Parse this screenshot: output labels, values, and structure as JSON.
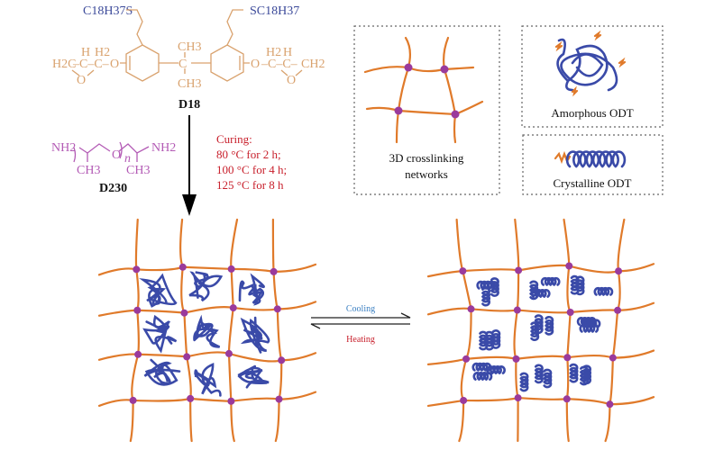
{
  "monomer": {
    "left_thio": "C18H37S",
    "right_thio": "SC18H37",
    "methyl_top": "CH3",
    "methyl_bottom": "CH3",
    "left_epoxide": "H2C",
    "right_epoxide": "CH2",
    "epoxide_o": "O",
    "ether_o": "O",
    "ch": "H",
    "ch2": "H2",
    "name": "D18"
  },
  "hardener": {
    "nh2_left": "NH2",
    "nh2_right": "NH2",
    "o": "O",
    "n": "n",
    "ch3": "CH3",
    "name": "D230"
  },
  "curing": {
    "title": "Curing:",
    "steps": [
      "80 °C for 2 h;",
      "100 °C for 4 h;",
      "125 °C for 8 h"
    ]
  },
  "legend": {
    "network_label_1": "3D crosslinking",
    "network_label_2": "networks",
    "amorphous": "Amorphous ODT",
    "crystalline": "Crystalline ODT"
  },
  "equilibrium": {
    "forward": "Cooling",
    "reverse": "Heating"
  },
  "colors": {
    "network": "#e07a2a",
    "crosslink": "#9a3a9c",
    "odt": "#3a4aa8",
    "cooling": "#3a7fc1",
    "heating": "#c8202c"
  }
}
